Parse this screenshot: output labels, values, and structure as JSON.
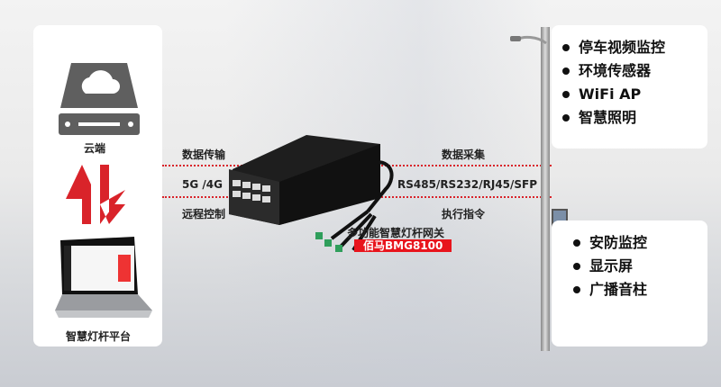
{
  "cloud": {
    "label": "云端",
    "icon": "cloud-server-icon"
  },
  "platform": {
    "label": "智慧灯杆平台",
    "icon": "laptop-icon"
  },
  "arrows": {
    "icon": "bidirectional-arrows-icon",
    "color": "#d9232a"
  },
  "links": {
    "left_top": "数据传输",
    "left_mid": "5G /4G",
    "left_bottom": "远程控制",
    "right_top": "数据采集",
    "right_mid": "RS485/RS232/RJ45/SFP",
    "right_bottom": "执行指令"
  },
  "device": {
    "name": "多功能智慧灯杆网关",
    "model": "佰马BMG8100",
    "accent": "#e8141c"
  },
  "top_features": [
    "停车视频监控",
    "环境传感器",
    "WiFi AP",
    "智慧照明"
  ],
  "bottom_features": [
    "安防监控",
    "显示屏",
    "广播音柱"
  ]
}
